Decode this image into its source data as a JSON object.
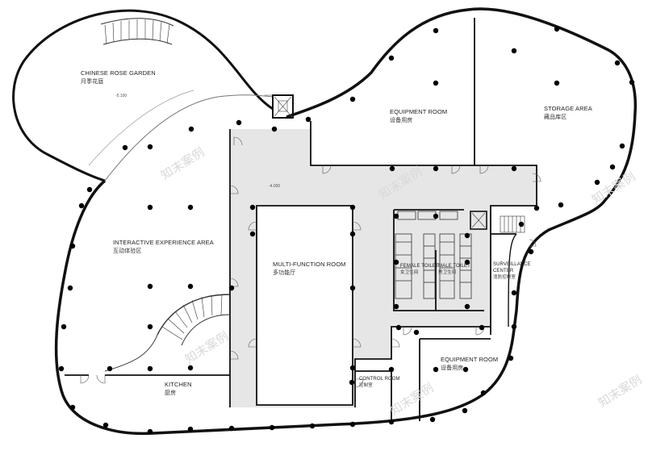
{
  "rooms": {
    "rose_garden": {
      "en": "CHINESE ROSE GARDEN",
      "zh": "月季花庭"
    },
    "equipment_top": {
      "en": "EQUIPMENT ROOM",
      "zh": "设备用房"
    },
    "storage": {
      "en": "STORAGE AREA",
      "zh": "藏品库区"
    },
    "interactive": {
      "en": "INTERACTIVE EXPERIENCE AREA",
      "zh": "互动体验区"
    },
    "multifunction": {
      "en": "MULTI-FUNCTION ROOM",
      "zh": "多功能厅"
    },
    "female_toilet": {
      "en": "FEMALE TOILET",
      "zh": "女卫生间"
    },
    "male_toilet": {
      "en": "MALE TOILET",
      "zh": "男卫生间"
    },
    "surveillance": {
      "en": "SURVEILLANCE CENTER",
      "zh": "消防控制室"
    },
    "equipment_bottom": {
      "en": "EQUIPMENT ROOM",
      "zh": "设备用房"
    },
    "kitchen": {
      "en": "KITCHEN",
      "zh": "厨房"
    },
    "control": {
      "en": "CONTROL ROOM",
      "zh": "控制室"
    }
  },
  "levels": {
    "garden": "-5.100",
    "corridor": "-4.000"
  },
  "watermark": "知末案例",
  "colors": {
    "wall": "#111111",
    "corridor": "#e6e6e6",
    "line": "#555555"
  }
}
